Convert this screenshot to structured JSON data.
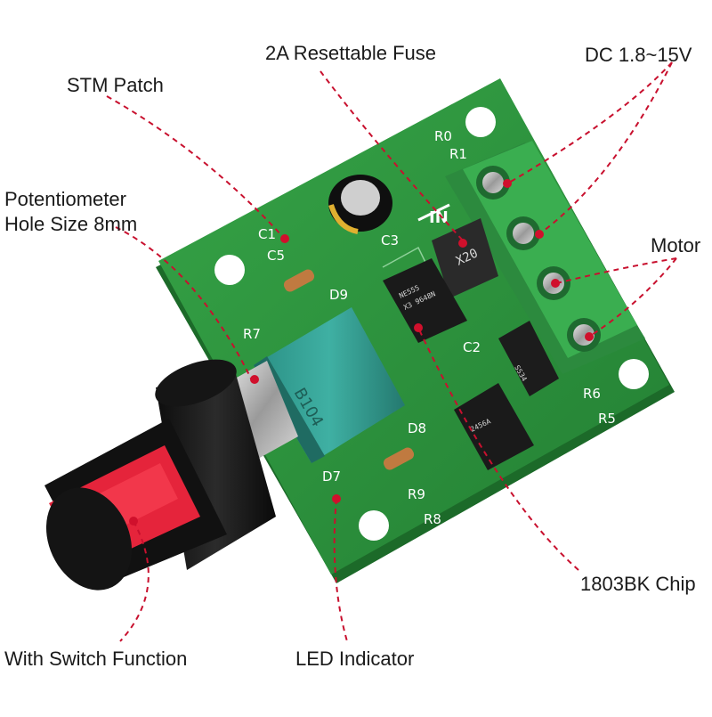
{
  "callouts": {
    "fuse": "2A Resettable Fuse",
    "dc": "DC 1.8~15V",
    "stm": "STM Patch",
    "pot_line1": "Potentiometer",
    "pot_line2": "Hole Size 8mm",
    "motor": "Motor",
    "chip": "1803BK Chip",
    "switch": "With Switch Function",
    "led": "LED Indicator"
  },
  "pcb_labels": {
    "r0": "R0",
    "r1": "R1",
    "c1": "C1",
    "c5": "C5",
    "c3": "C3",
    "d9": "D9",
    "r7": "R7",
    "c2": "C2",
    "d8": "D8",
    "d7": "D7",
    "r6": "R6",
    "r5": "R5",
    "r9": "R9",
    "r8": "R8",
    "in": "IN"
  },
  "component_marks": {
    "pot_code": "B104",
    "fuse_code": "X20",
    "chip1_line1": "NE555",
    "chip1_line2": "X3 9648N",
    "diode_code": "SS34",
    "chip2_code": "2456A"
  },
  "colors": {
    "pcb": "#2e9a3c",
    "terminal": "#35a04a",
    "knob_red": "#e5243b",
    "leader": "#c8102e"
  }
}
